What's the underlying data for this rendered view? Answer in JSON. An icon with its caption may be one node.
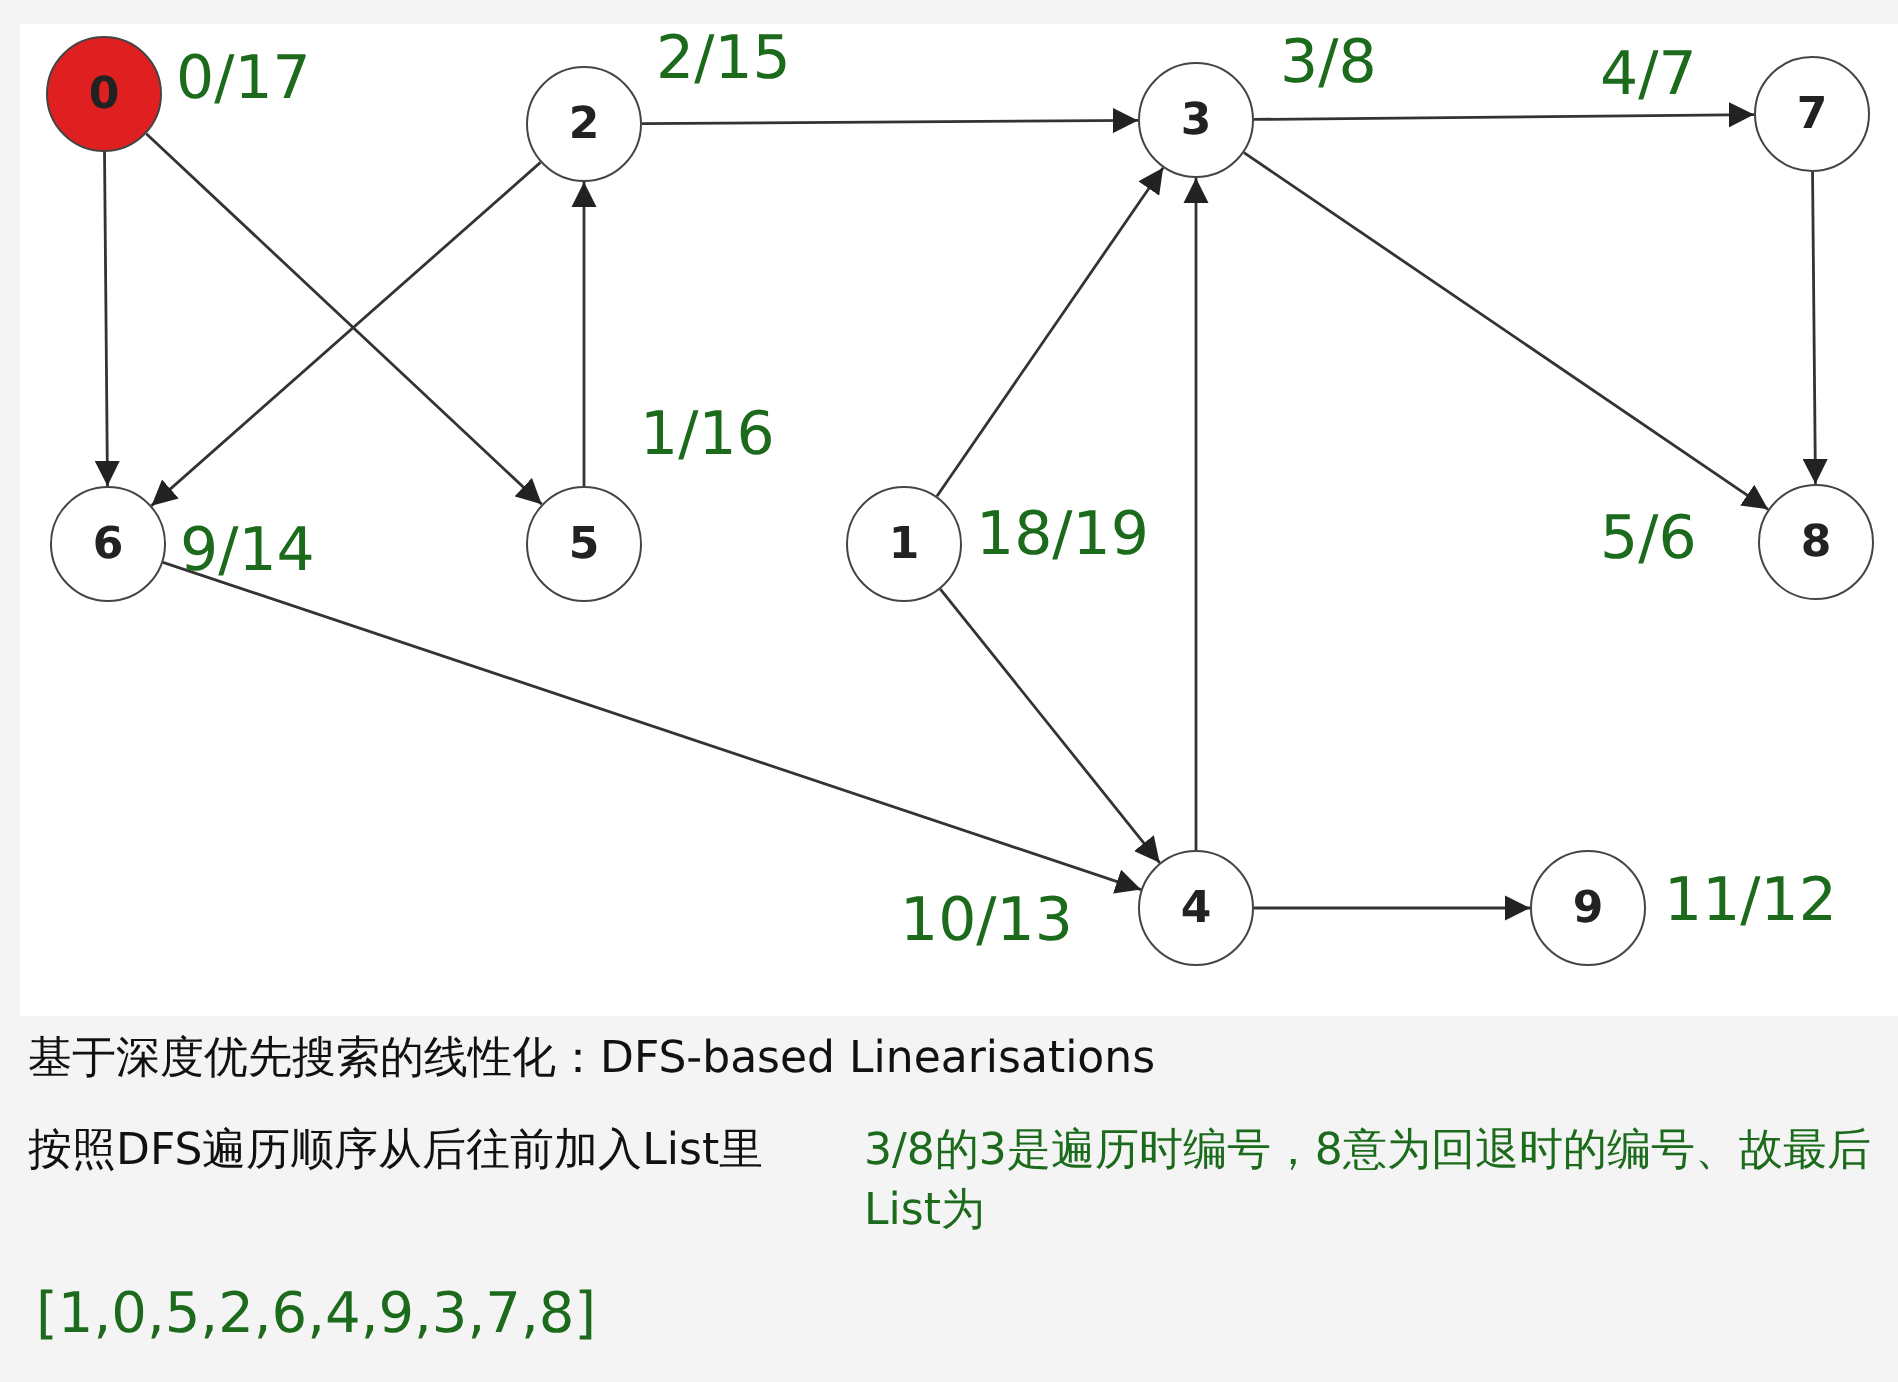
{
  "diagram": {
    "nodes": [
      {
        "text": [
          "0"
        ],
        "beside": [
          "0/17"
        ]
      },
      {
        "text": [
          "1"
        ],
        "beside": [
          "18/19"
        ]
      },
      {
        "text": [
          "2"
        ],
        "beside": [
          "2/15"
        ]
      },
      {
        "text": [
          "3"
        ],
        "beside": [
          "3/8"
        ]
      },
      {
        "text": [
          "4"
        ],
        "beside": [
          "10/13"
        ]
      },
      {
        "text": [
          "5"
        ],
        "beside": [
          "1/16"
        ]
      },
      {
        "text": [
          "6"
        ],
        "beside": [
          "9/14"
        ]
      },
      {
        "text": [
          "7"
        ],
        "beside": [
          "4/7"
        ]
      },
      {
        "text": [
          "8"
        ],
        "beside": [
          "5/6"
        ]
      },
      {
        "text": [
          "9"
        ],
        "beside": [
          "11/12"
        ]
      }
    ],
    "edges": [
      {
        "from": 0,
        "to": 6,
        "arrow": "to"
      },
      {
        "from": 0,
        "to": 5,
        "arrow": "to"
      },
      {
        "from": 2,
        "to": 6,
        "arrow": "to"
      },
      {
        "from": 5,
        "to": 2,
        "arrow": "to"
      },
      {
        "from": 2,
        "to": 3,
        "arrow": "to"
      },
      {
        "from": 3,
        "to": 7,
        "arrow": "to"
      },
      {
        "from": 3,
        "to": 8,
        "arrow": "to"
      },
      {
        "from": 7,
        "to": 8,
        "arrow": "to"
      },
      {
        "from": 1,
        "to": 3,
        "arrow": "to"
      },
      {
        "from": 1,
        "to": 4,
        "arrow": "to"
      },
      {
        "from": 4,
        "to": 3,
        "arrow": "to"
      },
      {
        "from": 6,
        "to": 4,
        "arrow": "to"
      },
      {
        "from": 4,
        "to": 9,
        "arrow": "to"
      }
    ],
    "labels": [
      "基于深度优先搜索的线性化：DFS-based Linearisations",
      "按照DFS遍历顺序从后往前加入List里",
      "3/8的3是遍历时编号，8意为回退时的编号、故最后List为",
      "[1,0,5,2,6,4,9,3,7,8]"
    ]
  }
}
